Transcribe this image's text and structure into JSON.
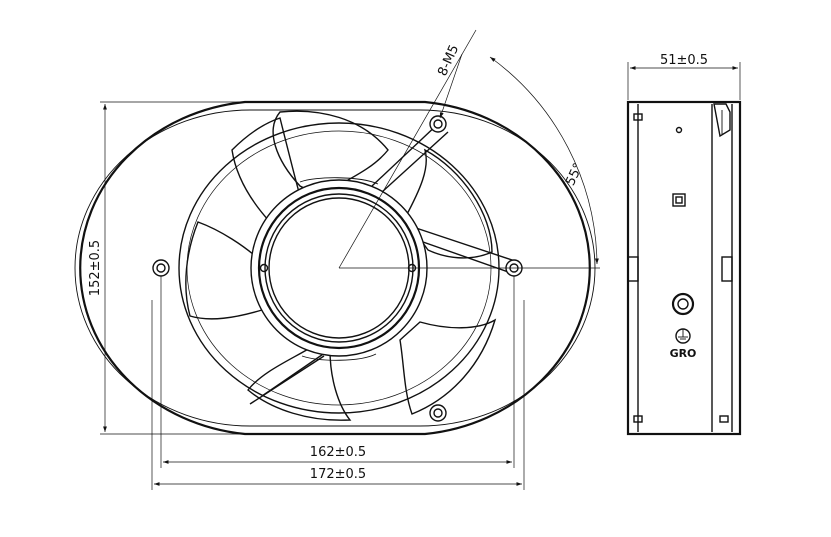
{
  "drawing": {
    "dimensions": {
      "height": "152±0.5",
      "mount_spacing": "162±0.5",
      "overall_width": "172±0.5",
      "depth": "51±0.5",
      "thread": "8-M5",
      "angle": "55°"
    },
    "side_view": {
      "ground_label": "GRO"
    },
    "colors": {
      "line": "#111111",
      "background": "#ffffff"
    }
  }
}
